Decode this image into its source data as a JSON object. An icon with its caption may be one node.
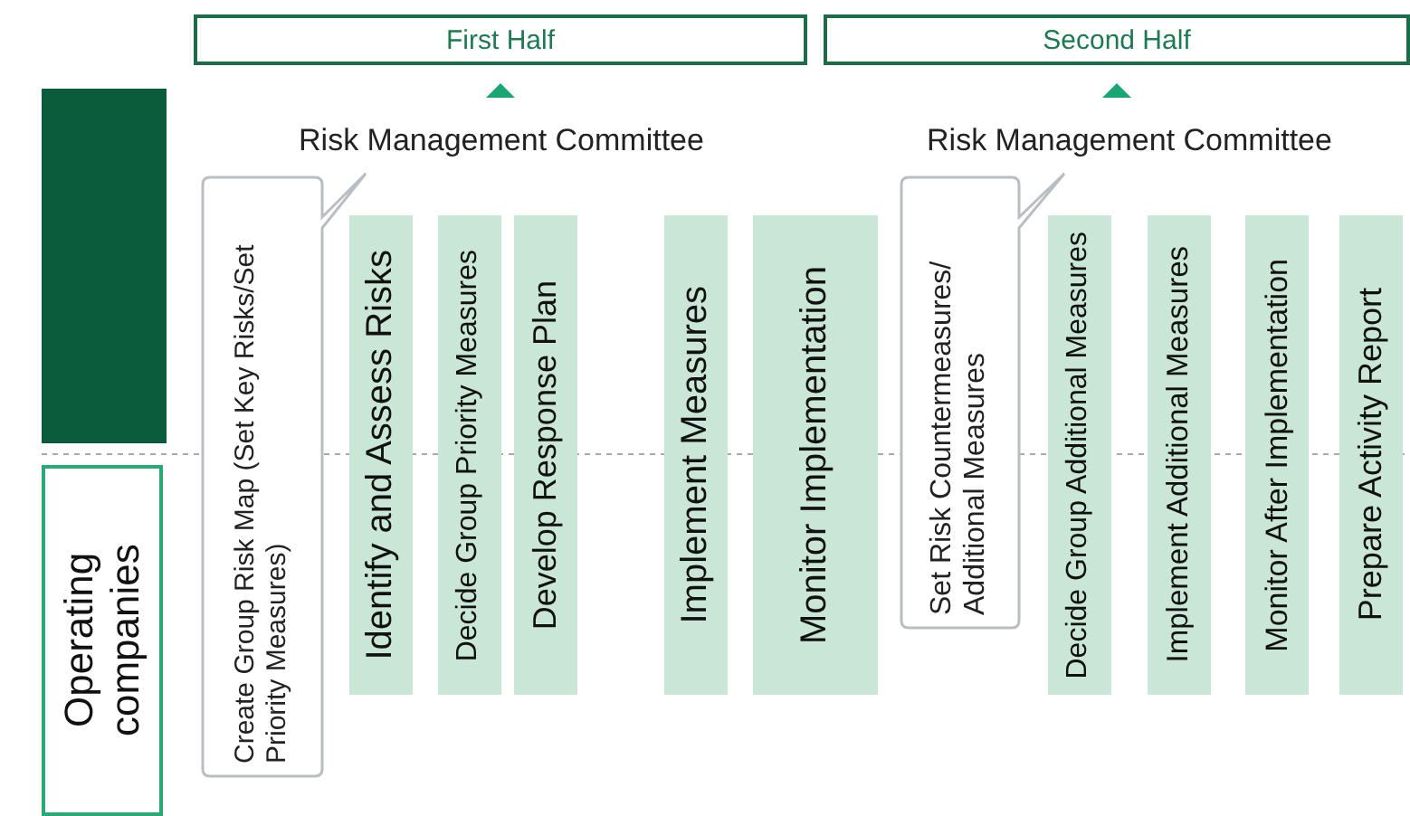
{
  "diagram": {
    "nodes": [
      {
        "text": [
          "First Half"
        ]
      },
      {
        "text": [
          "Second Half"
        ]
      },
      {
        "text": [
          "Risk Management Committee"
        ]
      },
      {
        "text": [
          "Risk Management Committee"
        ]
      },
      {
        "text": [],
        "shape": "box"
      },
      {
        "text": [
          "Operating companies"
        ]
      },
      {
        "text": [
          "Create Group Risk Map (Set Key Risks/Set Priority Measures)"
        ]
      },
      {
        "text": [
          "Identify and Assess Risks"
        ]
      },
      {
        "text": [
          "Decide Group Priority Measures"
        ]
      },
      {
        "text": [
          "Develop Response Plan"
        ]
      },
      {
        "text": [
          "Implement Measures"
        ]
      },
      {
        "text": [
          "Monitor Implementation"
        ]
      },
      {
        "text": [
          "Set Risk Countermeasures/ Additional Measures"
        ]
      },
      {
        "text": [
          "Decide Group Additional Measures"
        ]
      },
      {
        "text": [
          "Implement Additional Measures"
        ]
      },
      {
        "text": [
          "Monitor After Implementation"
        ]
      },
      {
        "text": [
          "Prepare Activity Report"
        ]
      }
    ],
    "edges": [
      {
        "from": 2,
        "to": 0,
        "arrow": "to"
      },
      {
        "from": 3,
        "to": 1,
        "arrow": "to"
      }
    ]
  }
}
